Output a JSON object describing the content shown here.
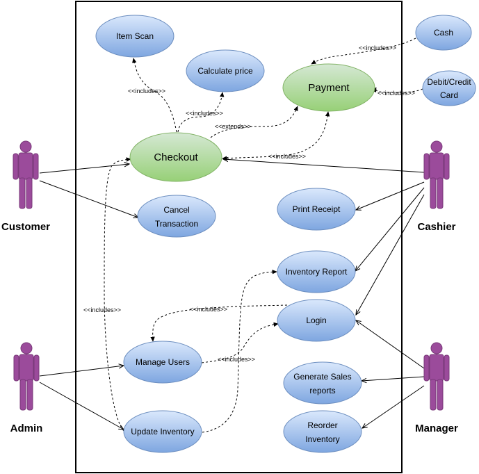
{
  "actors": {
    "customer": "Customer",
    "cashier": "Cashier",
    "admin": "Admin",
    "manager": "Manager"
  },
  "use_cases": {
    "item_scan": "Item Scan",
    "calculate_price": "Calculate price",
    "payment": "Payment",
    "cash": "Cash",
    "debit_credit_card_line1": "Debit/Credit",
    "debit_credit_card_line2": "Card",
    "checkout": "Checkout",
    "cancel_transaction_line1": "Cancel",
    "cancel_transaction_line2": "Transaction",
    "print_receipt": "Print Receipt",
    "inventory_report": "Inventory Report",
    "login": "Login",
    "manage_users": "Manage Users",
    "generate_sales_reports_line1": "Generate Sales",
    "generate_sales_reports_line2": "reports",
    "update_inventory": "Update Inventory",
    "reorder_inventory_line1": "Reorder",
    "reorder_inventory_line2": "Inventory"
  },
  "relations": {
    "includes": "<<includes>>",
    "extends": "<<extends>>"
  },
  "colors": {
    "actor": "#9b4b9b",
    "use_case_blue_fill": "#a9c4eb",
    "use_case_blue_stroke": "#6c8ebf",
    "use_case_green_fill": "#97d077",
    "use_case_green_stroke": "#82b366"
  }
}
